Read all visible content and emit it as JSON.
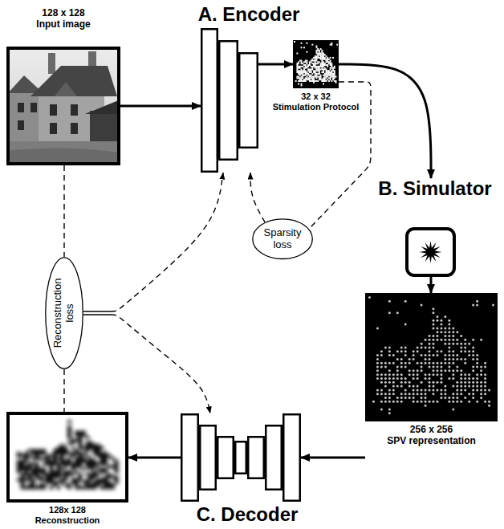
{
  "diagram": {
    "nodes": [
      {
        "text": [
          "128 x 128 Input image"
        ]
      },
      {
        "text": [
          "A. Encoder"
        ]
      },
      {
        "text": [
          "32 x 32 Stimulation Protocol"
        ]
      },
      {
        "text": [
          "B. Simulator"
        ]
      },
      {
        "text": [
          "Sparsity loss"
        ]
      },
      {
        "text": [
          "Reconstruction loss"
        ]
      },
      {
        "text": [
          "256 x 256 SPV representation"
        ]
      },
      {
        "text": [
          "C. Decoder"
        ]
      },
      {
        "text": [
          "128x 128 Reconstruction"
        ]
      }
    ],
    "edges": [
      {
        "from": 0,
        "to": 1,
        "arrow": "to"
      },
      {
        "from": 1,
        "to": 2,
        "arrow": "to"
      },
      {
        "from": 2,
        "to": 3,
        "arrow": "to"
      },
      {
        "from": 3,
        "to": 6,
        "arrow": "to"
      },
      {
        "from": 6,
        "to": 7,
        "arrow": "to"
      },
      {
        "from": 7,
        "to": 8,
        "arrow": "to"
      },
      {
        "from": 2,
        "to": 4,
        "arrow": "none"
      },
      {
        "from": 4,
        "to": 1,
        "arrow": "to"
      },
      {
        "from": 0,
        "to": 5,
        "arrow": "none"
      },
      {
        "from": 5,
        "to": 8,
        "arrow": "none"
      },
      {
        "from": 5,
        "to": 1,
        "arrow": "to"
      },
      {
        "from": 5,
        "to": 7,
        "arrow": "to"
      }
    ]
  }
}
